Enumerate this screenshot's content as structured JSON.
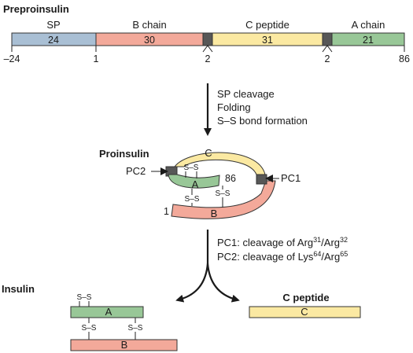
{
  "preproinsulin": {
    "title": "Preproinsulin",
    "segments": [
      {
        "name": "SP",
        "count": "24"
      },
      {
        "name": "B chain",
        "count": "30"
      },
      {
        "name": "C peptide",
        "count": "31"
      },
      {
        "name": "A chain",
        "count": "21"
      }
    ],
    "positions": [
      "–24",
      "1",
      "2",
      "2",
      "86"
    ]
  },
  "step1": [
    "SP cleavage",
    "Folding",
    "S–S bond formation"
  ],
  "proinsulin": {
    "title": "Proinsulin",
    "pc2": "PC2",
    "pc1": "PC1",
    "c_label": "C",
    "a_label": "A",
    "b_label": "B",
    "end_86": "86",
    "start_1": "1",
    "ss_bonds": [
      "S–S",
      "S–S",
      "S–S"
    ]
  },
  "step2": {
    "line1": {
      "text": "PC1: cleavage of Arg",
      "sup1": "31",
      "mid": "/Arg",
      "sup2": "32"
    },
    "line2": {
      "text": "PC2: cleavage of Lys",
      "sup1": "64",
      "mid": "/Arg",
      "sup2": "65"
    }
  },
  "insulin": {
    "title": "Insulin",
    "a_label": "A",
    "b_label": "B",
    "ss_bonds": [
      "S–S",
      "S–S",
      "S–S"
    ]
  },
  "c_peptide": {
    "title": "C peptide",
    "label": "C"
  },
  "colors": {
    "sp": "#a9bfd4",
    "b_chain": "#f3a99a",
    "c_peptide": "#fbe9a2",
    "a_chain": "#98c797",
    "cleavage_site": "#575757"
  }
}
